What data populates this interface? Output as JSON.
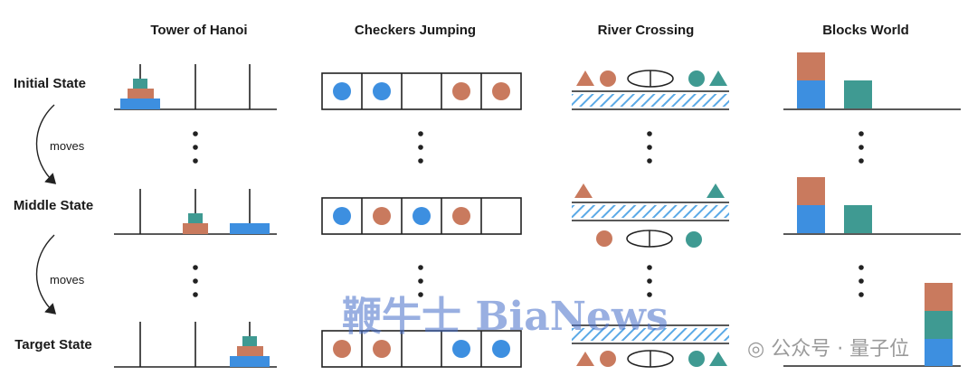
{
  "titles": {
    "hanoi": "Tower of Hanoi",
    "checkers": "Checkers Jumping",
    "river": "River Crossing",
    "blocks": "Blocks World"
  },
  "rows": {
    "initial": "Initial State",
    "middle": "Middle State",
    "target": "Target State"
  },
  "moves_label_1": "moves",
  "moves_label_2": "moves",
  "colors": {
    "blue": "#3d8fe0",
    "orange": "#c97a5e",
    "teal": "#3f9a92",
    "line": "#222222"
  },
  "checkers": {
    "initial": [
      "blue",
      "blue",
      "",
      "orange",
      "orange"
    ],
    "middle": [
      "blue",
      "orange",
      "blue",
      "orange",
      ""
    ],
    "target": [
      "orange",
      "orange",
      "",
      "blue",
      "blue"
    ]
  },
  "watermark": {
    "bianews": "鞭牛士 BiaNews",
    "qbit": "公众号 · 量子位"
  }
}
